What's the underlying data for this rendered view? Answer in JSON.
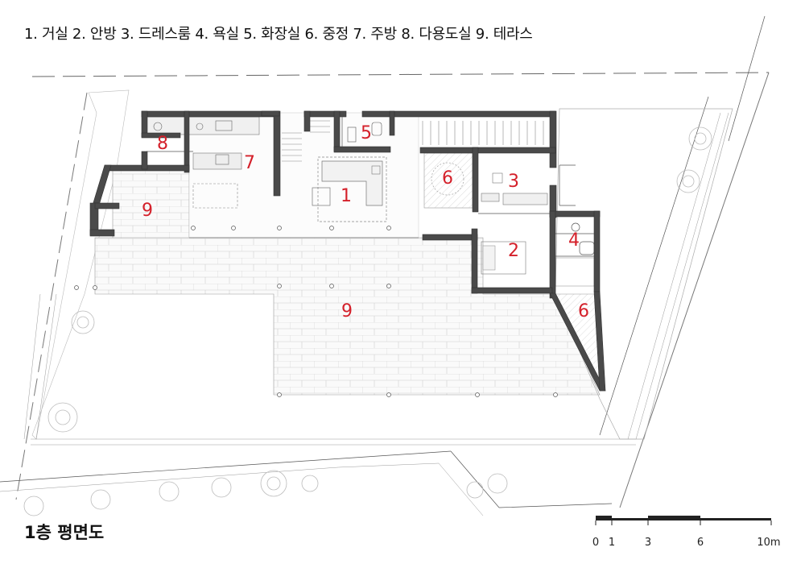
{
  "legend": "1. 거실  2. 안방  3. 드레스룸  4. 욕실  5. 화장실  6. 중정  7. 주방  8. 다용도실  9. 테라스",
  "title": "1층 평면도",
  "rooms": [
    {
      "num": "1",
      "name": "거실"
    },
    {
      "num": "2",
      "name": "안방"
    },
    {
      "num": "3",
      "name": "드레스룸"
    },
    {
      "num": "4",
      "name": "욕실"
    },
    {
      "num": "5",
      "name": "화장실"
    },
    {
      "num": "6",
      "name": "중정"
    },
    {
      "num": "7",
      "name": "주방"
    },
    {
      "num": "8",
      "name": "다용도실"
    },
    {
      "num": "9",
      "name": "테라스"
    }
  ],
  "labels": {
    "living": "1",
    "master_bedroom": "2",
    "dressroom": "3",
    "bathroom": "4",
    "toilet": "5",
    "courtyard_a": "6",
    "courtyard_b": "6",
    "kitchen": "7",
    "utility": "8",
    "terrace_west": "9",
    "terrace_south": "9"
  },
  "scale": {
    "ticks": [
      "0",
      "1",
      "3",
      "6",
      "10m"
    ]
  },
  "colors": {
    "room_number": "#d4202a",
    "wall": "#4a4a4a"
  }
}
